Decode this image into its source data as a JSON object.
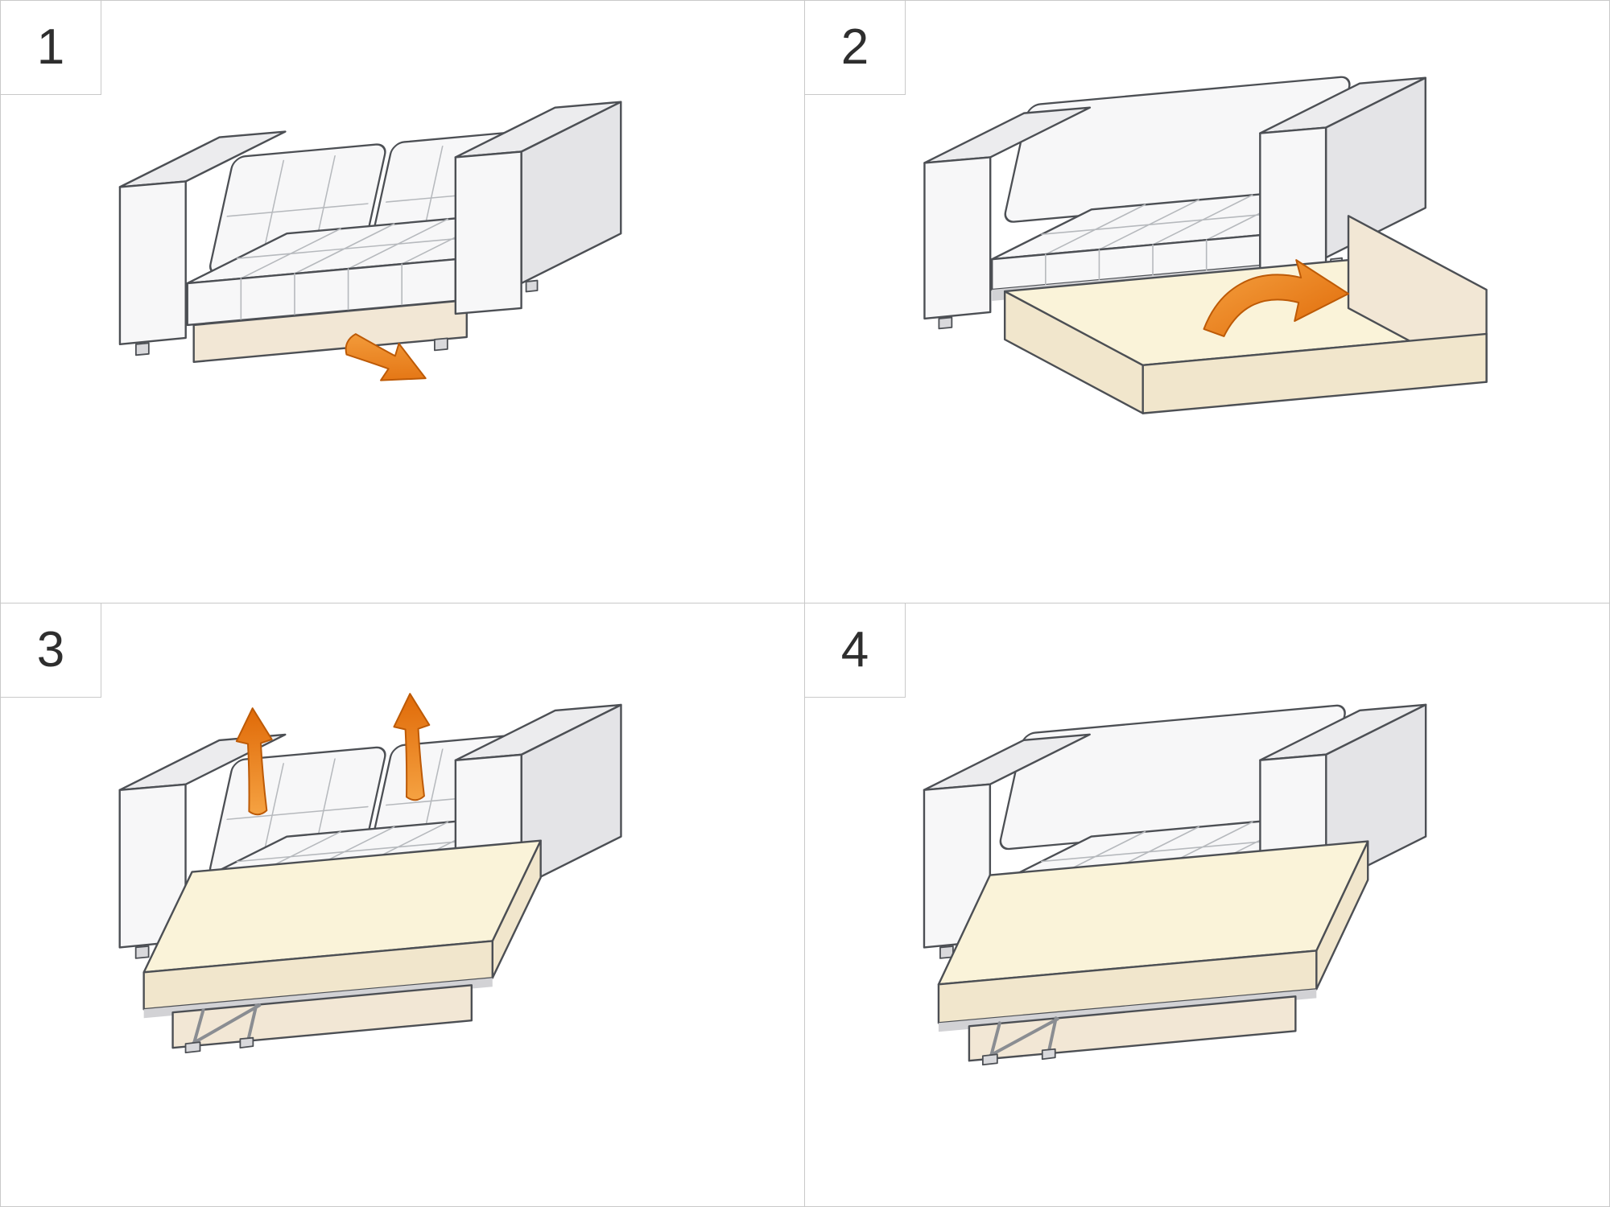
{
  "steps": [
    {
      "number": "1",
      "arrow_icon": "pull-out-arrow"
    },
    {
      "number": "2",
      "arrow_icon": "flip-open-arrow"
    },
    {
      "number": "3",
      "arrow_icon": "lift-up-arrows"
    },
    {
      "number": "4",
      "arrow_icon": "none"
    }
  ],
  "colors": {
    "background": "#ffffff",
    "divider": "#c9c9c9",
    "step_number": "#2e2e2e",
    "outline": "#4c4f54",
    "upholstery": "#f7f7f8",
    "upholstery_shade": "#ececee",
    "upholstery_dark": "#e4e4e7",
    "base_wood": "#f2e7d5",
    "mattress_top": "#faf3d9",
    "mattress_side": "#f1e6cc",
    "seam": "#b6b9bd",
    "leg_gray": "#d9d9dc",
    "metal_gray": "#8a8d92",
    "cavity_shadow": "#d2d2d5",
    "arrow_orange_light": "#f5a242",
    "arrow_orange_dark": "#e06a08",
    "arrow_outline": "#bd5a06"
  }
}
